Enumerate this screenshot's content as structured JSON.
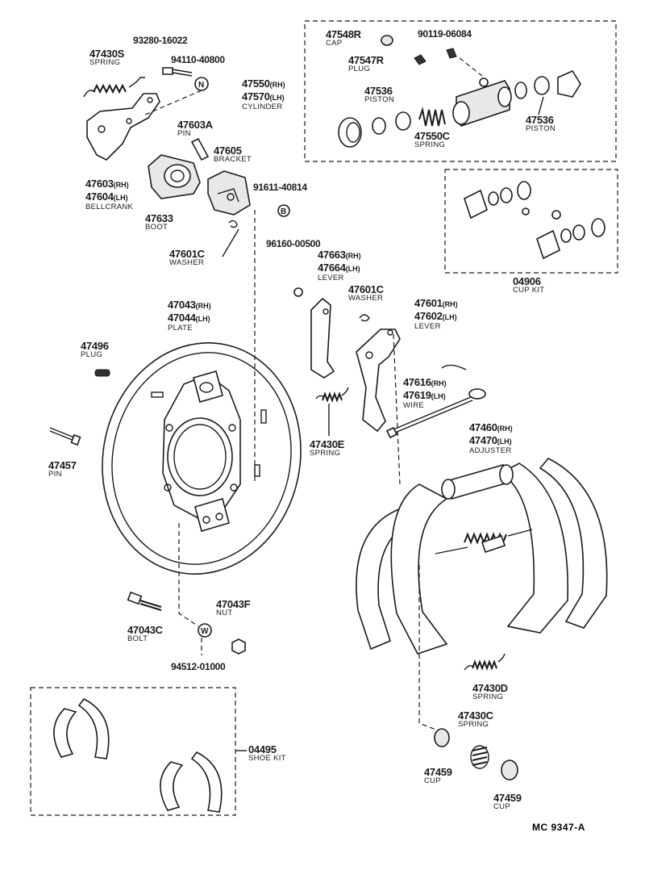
{
  "labels": {
    "p47430S": {
      "part": "47430S",
      "name": "SPRING"
    },
    "p9328016022": {
      "part": "93280-16022"
    },
    "p9411040800": {
      "part": "94110-40800"
    },
    "p47603": {
      "part": "47603",
      "side": "(RH)"
    },
    "p47604": {
      "part": "47604",
      "side": "(LH)",
      "name": "BELLCRANK"
    },
    "p47603A": {
      "part": "47603A",
      "name": "PIN"
    },
    "p47605": {
      "part": "47605",
      "name": "BRACKET"
    },
    "p47633": {
      "part": "47633",
      "name": "BOOT"
    },
    "p9161140814": {
      "part": "91611-40814"
    },
    "p47601C_top": {
      "part": "47601C",
      "name": "WASHER"
    },
    "p47548R": {
      "part": "47548R",
      "name": "CAP"
    },
    "p9011906084": {
      "part": "90119-06084"
    },
    "p47547R": {
      "part": "47547R",
      "name": "PLUG"
    },
    "p47550": {
      "part": "47550",
      "side": "(RH)"
    },
    "p47570": {
      "part": "47570",
      "side": "(LH)",
      "name": "CYLINDER"
    },
    "p47536_a": {
      "part": "47536",
      "name": "PISTON"
    },
    "p47550C": {
      "part": "47550C",
      "name": "SPRING"
    },
    "p47536_b": {
      "part": "47536",
      "name": "PISTON"
    },
    "p04906": {
      "part": "04906",
      "name": "CUP KIT"
    },
    "p9616000500": {
      "part": "96160-00500"
    },
    "p47663": {
      "part": "47663",
      "side": "(RH)"
    },
    "p47664": {
      "part": "47664",
      "side": "(LH)",
      "name": "LEVER"
    },
    "p47601C_mid": {
      "part": "47601C",
      "name": "WASHER"
    },
    "p47601": {
      "part": "47601",
      "side": "(RH)"
    },
    "p47602": {
      "part": "47602",
      "side": "(LH)",
      "name": "LEVER"
    },
    "p47043": {
      "part": "47043",
      "side": "(RH)"
    },
    "p47044": {
      "part": "47044",
      "side": "(LH)",
      "name": "PLATE"
    },
    "p47496": {
      "part": "47496",
      "name": "PLUG"
    },
    "p47616": {
      "part": "47616",
      "side": "(RH)"
    },
    "p47619": {
      "part": "47619",
      "side": "(LH)",
      "name": "WIRE"
    },
    "p47430E": {
      "part": "47430E",
      "name": "SPRING"
    },
    "p47460": {
      "part": "47460",
      "side": "(RH)"
    },
    "p47470": {
      "part": "47470",
      "side": "(LH)",
      "name": "ADJUSTER"
    },
    "p47457": {
      "part": "47457",
      "name": "PIN"
    },
    "p47043C": {
      "part": "47043C",
      "name": "BOLT"
    },
    "p47043F": {
      "part": "47043F",
      "name": "NUT"
    },
    "p9451201000": {
      "part": "94512-01000"
    },
    "p47430D": {
      "part": "47430D",
      "name": "SPRING"
    },
    "p47430C": {
      "part": "47430C",
      "name": "SPRING"
    },
    "p47459_a": {
      "part": "47459",
      "name": "CUP"
    },
    "p47459_b": {
      "part": "47459",
      "name": "CUP"
    },
    "p04495": {
      "part": "04495",
      "name": "SHOE KIT"
    }
  },
  "markers": {
    "n": "N",
    "b": "B",
    "w": "W"
  },
  "reference": "MC  9347-A"
}
